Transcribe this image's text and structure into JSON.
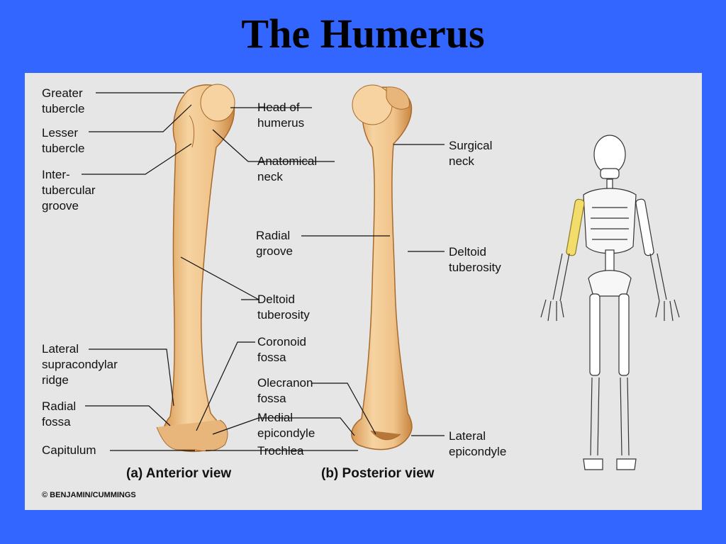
{
  "title": "The Humerus",
  "labels": {
    "greater_tubercle": "Greater\ntubercle",
    "lesser_tubercle": "Lesser\ntubercle",
    "intertubercular_groove": "Inter-\ntubercular\ngroove",
    "lateral_supracondylar_ridge": "Lateral\nsupracondylar\nridge",
    "radial_fossa": "Radial\nfossa",
    "capitulum": "Capitulum",
    "head_of_humerus": "Head of\nhumerus",
    "anatomical_neck": "Anatomical\nneck",
    "radial_groove": "Radial\ngroove",
    "deltoid_tuberosity_mid": "Deltoid\ntuberosity",
    "coronoid_fossa": "Coronoid\nfossa",
    "olecranon_fossa": "Olecranon\nfossa",
    "medial_epicondyle": "Medial\nepicondyle",
    "trochlea": "Trochlea",
    "surgical_neck": "Surgical\nneck",
    "deltoid_tuberosity_right": "Deltoid\ntuberosity",
    "lateral_epicondyle": "Lateral\nepicondyle"
  },
  "captions": {
    "anterior": "(a)  Anterior view",
    "posterior": "(b)  Posterior view"
  },
  "copyright": "© BENJAMIN/CUMMINGS",
  "colors": {
    "background": "#3366ff",
    "panel": "#e6e6e6",
    "bone": "#f0c38a",
    "bone_shade": "#c88a4a",
    "highlight": "#f2dc6b"
  }
}
